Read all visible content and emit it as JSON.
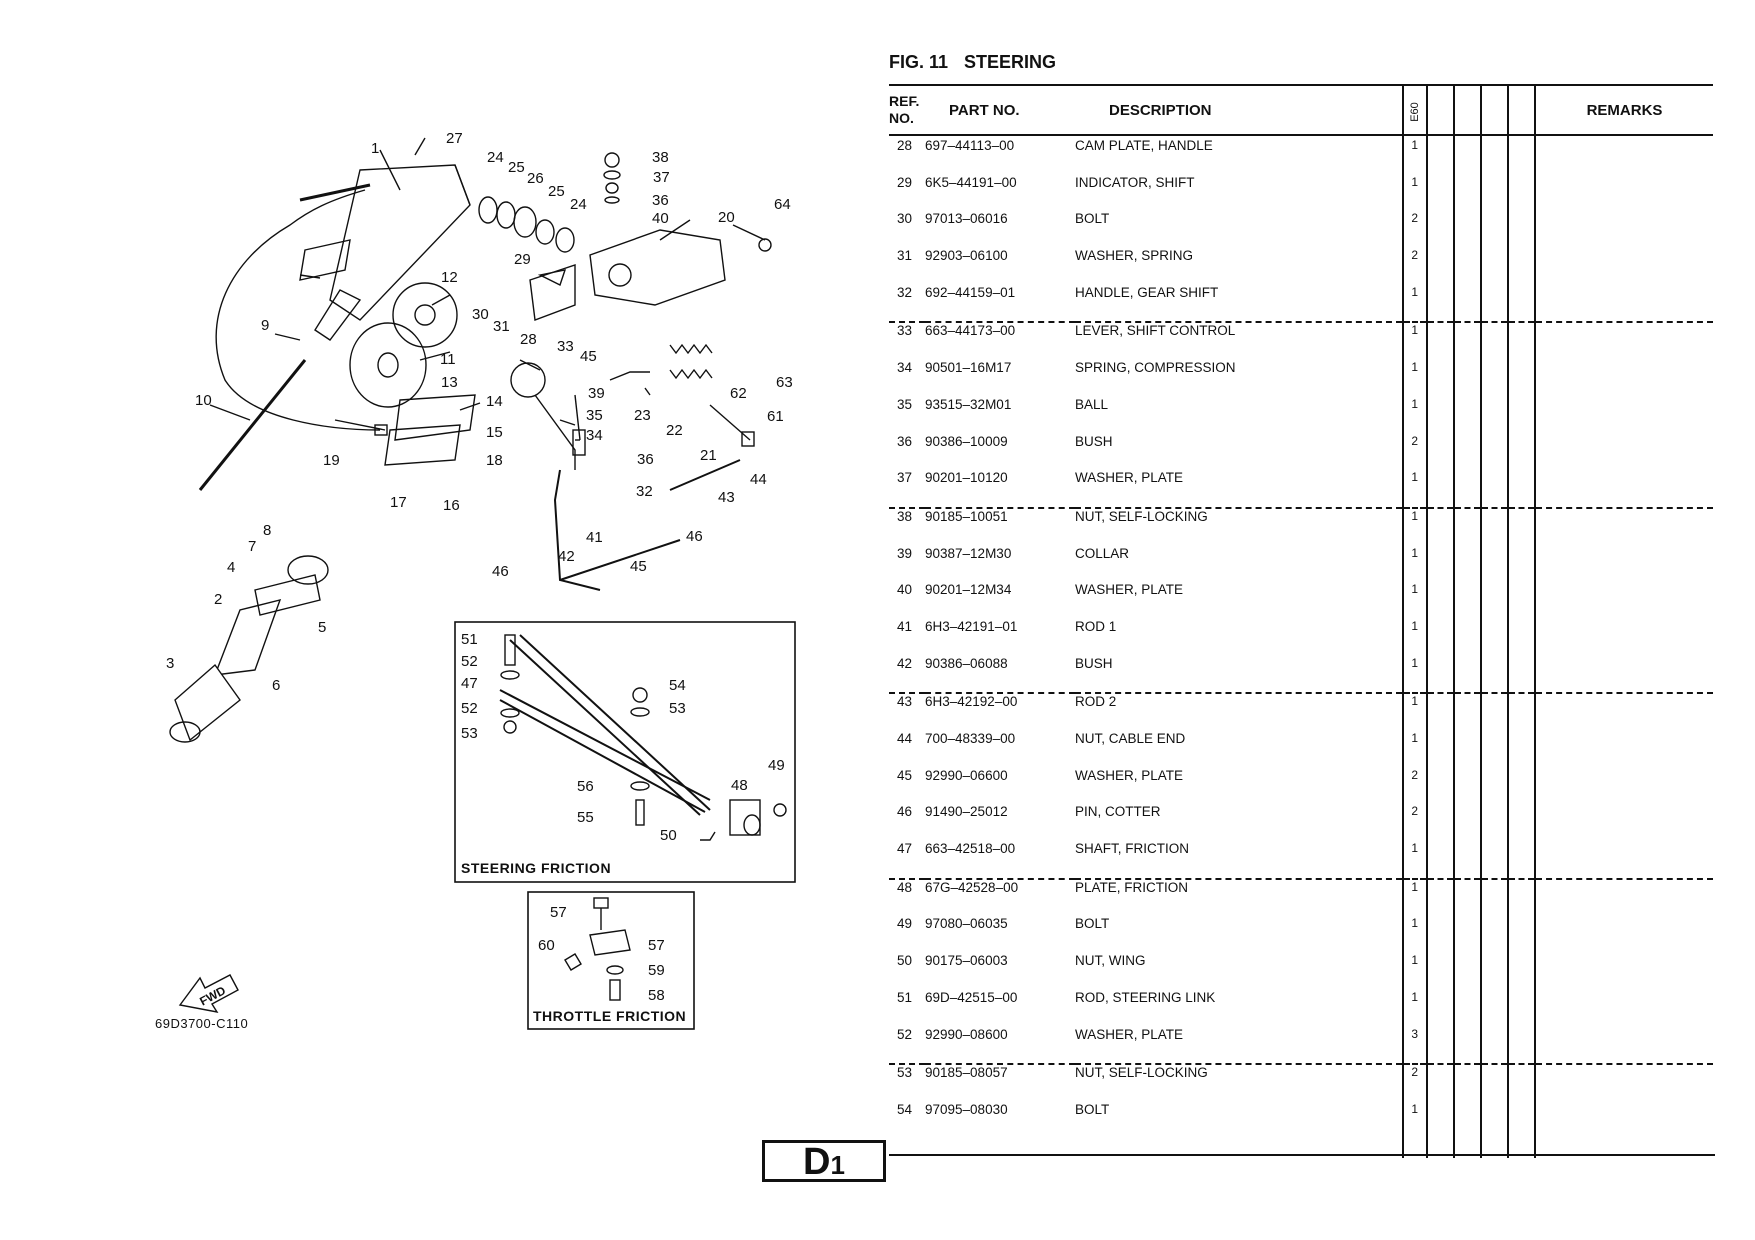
{
  "figure": {
    "fig_label": "FIG. 11",
    "title": "STEERING"
  },
  "table": {
    "headers": {
      "ref": "REF.",
      "ref_no": "NO.",
      "part_no": "PART NO.",
      "description": "DESCRIPTION",
      "model": "E60",
      "remarks": "REMARKS"
    },
    "rows": [
      {
        "ref": "28",
        "part": "697–44113–00",
        "desc": "CAM PLATE, HANDLE",
        "qty": "1"
      },
      {
        "ref": "29",
        "part": "6K5–44191–00",
        "desc": "INDICATOR, SHIFT",
        "qty": "1"
      },
      {
        "ref": "30",
        "part": "97013–06016",
        "desc": "BOLT",
        "qty": "2"
      },
      {
        "ref": "31",
        "part": "92903–06100",
        "desc": "WASHER, SPRING",
        "qty": "2"
      },
      {
        "ref": "32",
        "part": "692–44159–01",
        "desc": "HANDLE, GEAR SHIFT",
        "qty": "1"
      },
      {
        "ref": "33",
        "part": "663–44173–00",
        "desc": "LEVER, SHIFT CONTROL",
        "qty": "1"
      },
      {
        "ref": "34",
        "part": "90501–16M17",
        "desc": "SPRING, COMPRESSION",
        "qty": "1"
      },
      {
        "ref": "35",
        "part": "93515–32M01",
        "desc": "BALL",
        "qty": "1"
      },
      {
        "ref": "36",
        "part": "90386–10009",
        "desc": "BUSH",
        "qty": "2"
      },
      {
        "ref": "37",
        "part": "90201–10120",
        "desc": "WASHER, PLATE",
        "qty": "1"
      },
      {
        "ref": "38",
        "part": "90185–10051",
        "desc": "NUT, SELF-LOCKING",
        "qty": "1"
      },
      {
        "ref": "39",
        "part": "90387–12M30",
        "desc": "COLLAR",
        "qty": "1"
      },
      {
        "ref": "40",
        "part": "90201–12M34",
        "desc": "WASHER, PLATE",
        "qty": "1"
      },
      {
        "ref": "41",
        "part": "6H3–42191–01",
        "desc": "ROD 1",
        "qty": "1"
      },
      {
        "ref": "42",
        "part": "90386–06088",
        "desc": "BUSH",
        "qty": "1"
      },
      {
        "ref": "43",
        "part": "6H3–42192–00",
        "desc": "ROD 2",
        "qty": "1"
      },
      {
        "ref": "44",
        "part": "700–48339–00",
        "desc": "NUT, CABLE END",
        "qty": "1"
      },
      {
        "ref": "45",
        "part": "92990–06600",
        "desc": "WASHER, PLATE",
        "qty": "2"
      },
      {
        "ref": "46",
        "part": "91490–25012",
        "desc": "PIN, COTTER",
        "qty": "2"
      },
      {
        "ref": "47",
        "part": "663–42518–00",
        "desc": "SHAFT, FRICTION",
        "qty": "1"
      },
      {
        "ref": "48",
        "part": "67G–42528–00",
        "desc": "PLATE, FRICTION",
        "qty": "1"
      },
      {
        "ref": "49",
        "part": "97080–06035",
        "desc": "BOLT",
        "qty": "1"
      },
      {
        "ref": "50",
        "part": "90175–06003",
        "desc": "NUT, WING",
        "qty": "1"
      },
      {
        "ref": "51",
        "part": "69D–42515–00",
        "desc": "ROD, STEERING LINK",
        "qty": "1"
      },
      {
        "ref": "52",
        "part": "92990–08600",
        "desc": "WASHER, PLATE",
        "qty": "3"
      },
      {
        "ref": "53",
        "part": "90185–08057",
        "desc": "NUT, SELF-LOCKING",
        "qty": "2"
      },
      {
        "ref": "54",
        "part": "97095–08030",
        "desc": "BOLT",
        "qty": "1"
      }
    ]
  },
  "diagram": {
    "steering_friction_label": "STEERING FRICTION",
    "throttle_friction_label": "THROTTLE FRICTION",
    "drawing_code": "69D3700-C110",
    "fwd_label": "FWD",
    "callouts": [
      "1",
      "2",
      "3",
      "4",
      "5",
      "6",
      "7",
      "8",
      "9",
      "10",
      "11",
      "12",
      "13",
      "14",
      "15",
      "16",
      "17",
      "18",
      "19",
      "20",
      "21",
      "22",
      "23",
      "24",
      "24",
      "25",
      "25",
      "26",
      "27",
      "28",
      "29",
      "30",
      "31",
      "32",
      "33",
      "34",
      "35",
      "36",
      "36",
      "37",
      "38",
      "39",
      "40",
      "41",
      "42",
      "43",
      "44",
      "45",
      "45",
      "46",
      "46",
      "47",
      "48",
      "49",
      "50",
      "51",
      "52",
      "52",
      "53",
      "53",
      "54",
      "55",
      "56",
      "57",
      "57",
      "58",
      "59",
      "60",
      "61",
      "62",
      "63",
      "64"
    ]
  },
  "page_badge": {
    "letter": "D",
    "number": "1"
  }
}
